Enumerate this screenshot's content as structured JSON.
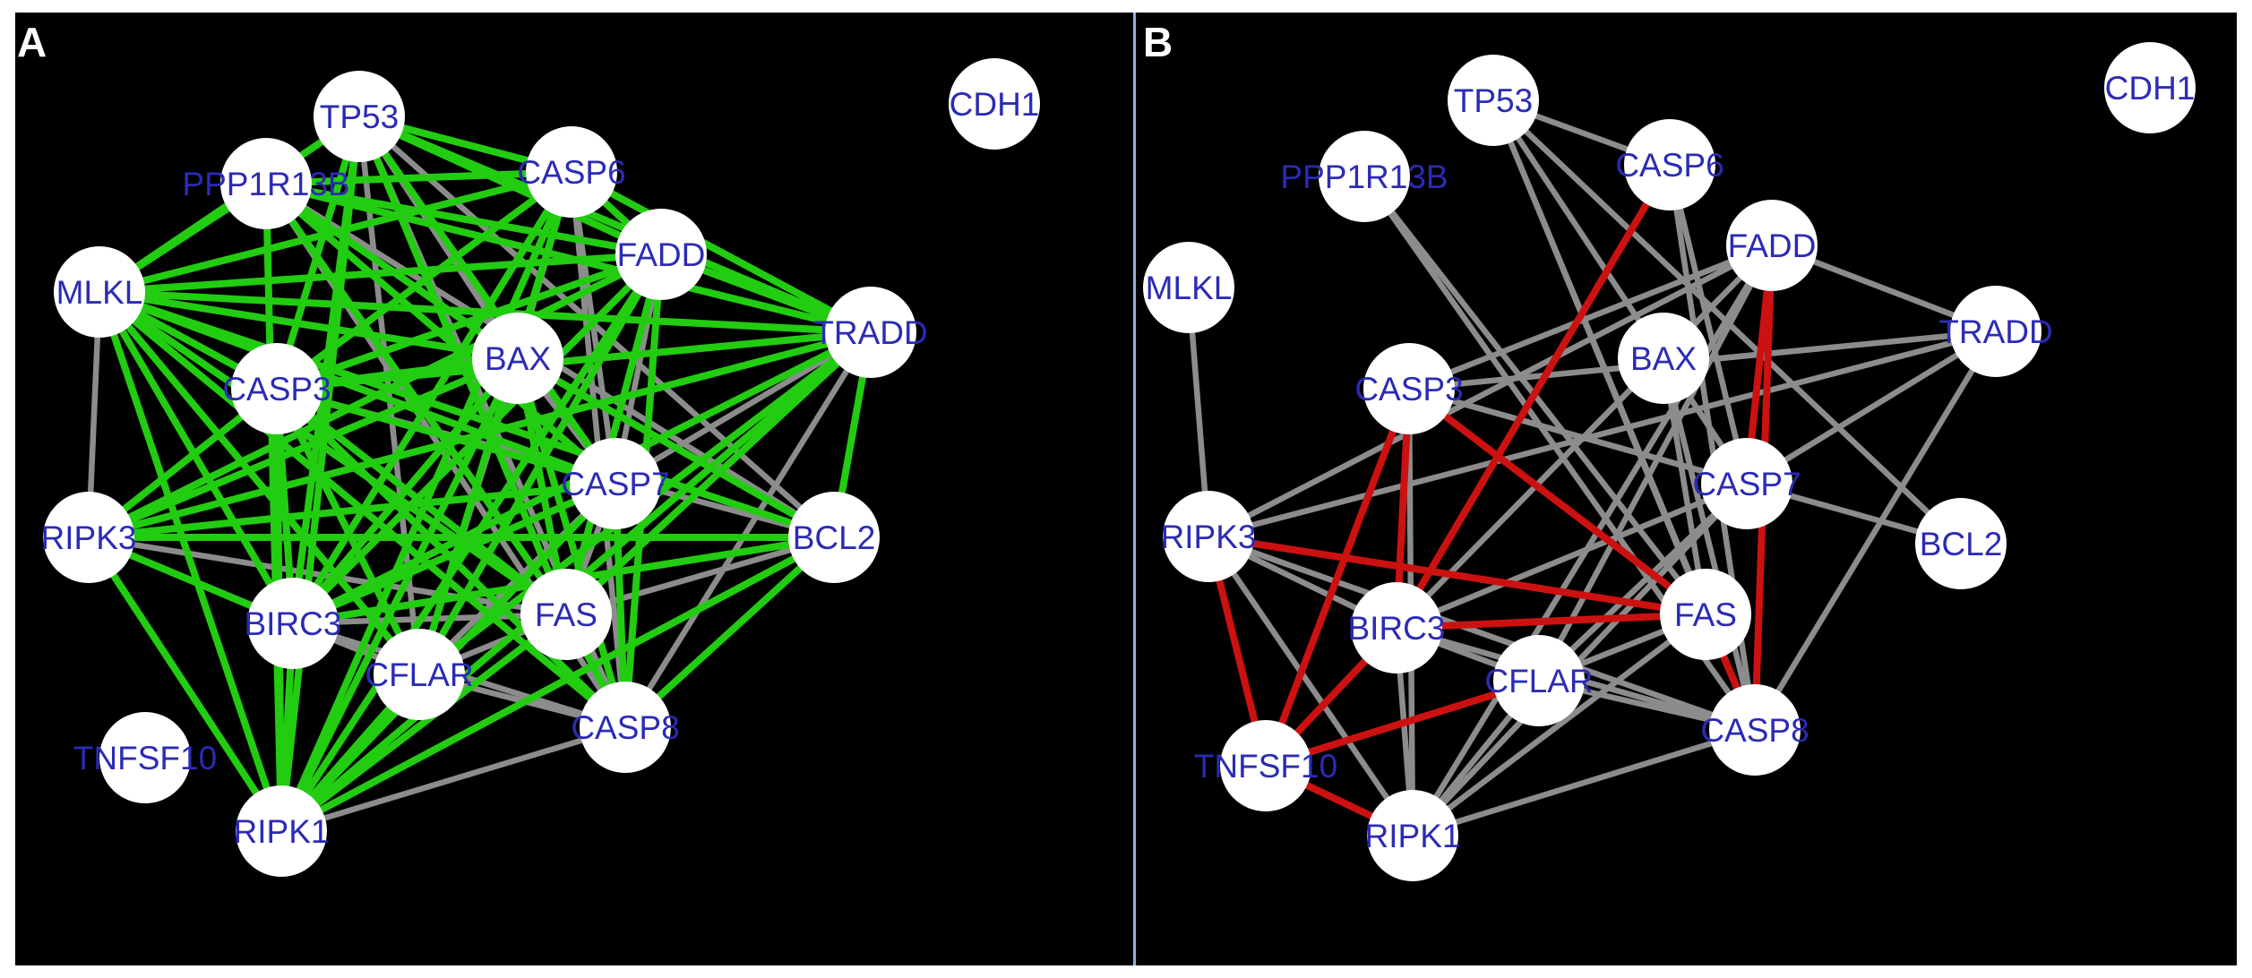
{
  "colors": {
    "background": "#000000",
    "node_fill": "#ffffff",
    "label": "#2b2bb5",
    "edge_default": "#8c8c8c",
    "highlight_a": "#22cc11",
    "highlight_b": "#cc1111",
    "divider": "#8fb3d9"
  },
  "panels": [
    {
      "letter": "A",
      "highlight_color": "#22cc11",
      "nodes": [
        {
          "id": "TP53",
          "label": "TP53"
        },
        {
          "id": "CDH1",
          "label": "CDH1"
        },
        {
          "id": "PPP1R13B",
          "label": "PPP1R13B"
        },
        {
          "id": "CASP6",
          "label": "CASP6"
        },
        {
          "id": "MLKL",
          "label": "MLKL"
        },
        {
          "id": "FADD",
          "label": "FADD"
        },
        {
          "id": "TRADD",
          "label": "TRADD"
        },
        {
          "id": "BAX",
          "label": "BAX"
        },
        {
          "id": "CASP3",
          "label": "CASP3"
        },
        {
          "id": "CASP7",
          "label": "CASP7"
        },
        {
          "id": "RIPK3",
          "label": "RIPK3"
        },
        {
          "id": "BCL2",
          "label": "BCL2"
        },
        {
          "id": "BIRC3",
          "label": "BIRC3"
        },
        {
          "id": "FAS",
          "label": "FAS"
        },
        {
          "id": "CFLAR",
          "label": "CFLAR"
        },
        {
          "id": "CASP8",
          "label": "CASP8"
        },
        {
          "id": "TNFSF10",
          "label": "TNFSF10"
        },
        {
          "id": "RIPK1",
          "label": "RIPK1"
        }
      ],
      "edges": [
        [
          "TP53",
          "CASP6",
          "h"
        ],
        [
          "TP53",
          "FADD",
          "h"
        ],
        [
          "TP53",
          "TRADD",
          "h"
        ],
        [
          "TP53",
          "CASP3",
          "h"
        ],
        [
          "TP53",
          "CASP7",
          "h"
        ],
        [
          "TP53",
          "BIRC3",
          "h"
        ],
        [
          "TP53",
          "FAS",
          "h"
        ],
        [
          "TP53",
          "RIPK1",
          "h"
        ],
        [
          "TP53",
          "BAX",
          "g"
        ],
        [
          "TP53",
          "CASP8",
          "g"
        ],
        [
          "TP53",
          "CFLAR",
          "g"
        ],
        [
          "TP53",
          "BCL2",
          "g"
        ],
        [
          "PPP1R13B",
          "CASP6",
          "h"
        ],
        [
          "PPP1R13B",
          "FADD",
          "h"
        ],
        [
          "PPP1R13B",
          "TRADD",
          "h"
        ],
        [
          "PPP1R13B",
          "CASP7",
          "h"
        ],
        [
          "PPP1R13B",
          "FAS",
          "h"
        ],
        [
          "PPP1R13B",
          "RIPK1",
          "h"
        ],
        [
          "PPP1R13B",
          "BAX",
          "h"
        ],
        [
          "PPP1R13B",
          "BCL2",
          "g"
        ],
        [
          "PPP1R13B",
          "CASP8",
          "g"
        ],
        [
          "MLKL",
          "TP53",
          "h"
        ],
        [
          "MLKL",
          "PPP1R13B",
          "h"
        ],
        [
          "MLKL",
          "CASP6",
          "h"
        ],
        [
          "MLKL",
          "FADD",
          "h"
        ],
        [
          "MLKL",
          "TRADD",
          "h"
        ],
        [
          "MLKL",
          "CASP3",
          "h"
        ],
        [
          "MLKL",
          "BAX",
          "h"
        ],
        [
          "MLKL",
          "CASP7",
          "h"
        ],
        [
          "MLKL",
          "BIRC3",
          "h"
        ],
        [
          "MLKL",
          "CFLAR",
          "h"
        ],
        [
          "MLKL",
          "FAS",
          "h"
        ],
        [
          "MLKL",
          "RIPK1",
          "h"
        ],
        [
          "MLKL",
          "CASP8",
          "h"
        ],
        [
          "MLKL",
          "RIPK3",
          "g"
        ],
        [
          "MLKL",
          "BCL2",
          "h"
        ],
        [
          "CASP6",
          "FADD",
          "h"
        ],
        [
          "CASP6",
          "TRADD",
          "h"
        ],
        [
          "CASP6",
          "CASP3",
          "h"
        ],
        [
          "CASP6",
          "BIRC3",
          "h"
        ],
        [
          "CASP6",
          "CFLAR",
          "h"
        ],
        [
          "CASP6",
          "RIPK1",
          "h"
        ],
        [
          "CASP6",
          "CASP7",
          "g"
        ],
        [
          "CASP6",
          "CASP8",
          "g"
        ],
        [
          "CASP6",
          "BAX",
          "g"
        ],
        [
          "FADD",
          "TRADD",
          "h"
        ],
        [
          "FADD",
          "CASP3",
          "h"
        ],
        [
          "FADD",
          "RIPK3",
          "h"
        ],
        [
          "FADD",
          "BIRC3",
          "h"
        ],
        [
          "FADD",
          "CFLAR",
          "h"
        ],
        [
          "FADD",
          "FAS",
          "h"
        ],
        [
          "FADD",
          "CASP8",
          "h"
        ],
        [
          "FADD",
          "RIPK1",
          "h"
        ],
        [
          "FADD",
          "CASP7",
          "g"
        ],
        [
          "TRADD",
          "CASP3",
          "h"
        ],
        [
          "TRADD",
          "RIPK3",
          "h"
        ],
        [
          "TRADD",
          "BIRC3",
          "h"
        ],
        [
          "TRADD",
          "CFLAR",
          "h"
        ],
        [
          "TRADD",
          "RIPK1",
          "h"
        ],
        [
          "TRADD",
          "BCL2",
          "h"
        ],
        [
          "TRADD",
          "FAS",
          "h"
        ],
        [
          "TRADD",
          "CASP8",
          "g"
        ],
        [
          "TRADD",
          "CASP7",
          "g"
        ],
        [
          "BAX",
          "CASP3",
          "h"
        ],
        [
          "BAX",
          "RIPK3",
          "h"
        ],
        [
          "BAX",
          "RIPK1",
          "h"
        ],
        [
          "BAX",
          "BIRC3",
          "h"
        ],
        [
          "BAX",
          "FAS",
          "h"
        ],
        [
          "BAX",
          "CASP8",
          "h"
        ],
        [
          "BAX",
          "BCL2",
          "h"
        ],
        [
          "BAX",
          "CFLAR",
          "g"
        ],
        [
          "BAX",
          "CASP7",
          "g"
        ],
        [
          "CASP3",
          "RIPK3",
          "h"
        ],
        [
          "CASP3",
          "BIRC3",
          "h"
        ],
        [
          "CASP3",
          "CASP7",
          "h"
        ],
        [
          "CASP3",
          "RIPK1",
          "h"
        ],
        [
          "CASP3",
          "CFLAR",
          "h"
        ],
        [
          "CASP3",
          "FAS",
          "h"
        ],
        [
          "CASP3",
          "CASP8",
          "h"
        ],
        [
          "CASP3",
          "BCL2",
          "g"
        ],
        [
          "CASP7",
          "RIPK3",
          "h"
        ],
        [
          "CASP7",
          "RIPK1",
          "h"
        ],
        [
          "CASP7",
          "BIRC3",
          "h"
        ],
        [
          "CASP7",
          "CASP8",
          "h"
        ],
        [
          "CASP7",
          "CFLAR",
          "g"
        ],
        [
          "CASP7",
          "FAS",
          "g"
        ],
        [
          "RIPK3",
          "BIRC3",
          "h"
        ],
        [
          "RIPK3",
          "RIPK1",
          "h"
        ],
        [
          "RIPK3",
          "BCL2",
          "h"
        ],
        [
          "RIPK3",
          "CFLAR",
          "g"
        ],
        [
          "RIPK3",
          "FAS",
          "g"
        ],
        [
          "BCL2",
          "BIRC3",
          "h"
        ],
        [
          "BCL2",
          "CASP8",
          "h"
        ],
        [
          "BCL2",
          "RIPK1",
          "h"
        ],
        [
          "BCL2",
          "FAS",
          "g"
        ],
        [
          "BIRC3",
          "RIPK1",
          "h"
        ],
        [
          "BIRC3",
          "CASP8",
          "g"
        ],
        [
          "BIRC3",
          "FAS",
          "g"
        ],
        [
          "BIRC3",
          "CFLAR",
          "g"
        ],
        [
          "FAS",
          "RIPK1",
          "h"
        ],
        [
          "FAS",
          "CASP8",
          "h"
        ],
        [
          "FAS",
          "CFLAR",
          "g"
        ],
        [
          "CFLAR",
          "RIPK1",
          "h"
        ],
        [
          "CFLAR",
          "CASP8",
          "g"
        ],
        [
          "CASP8",
          "RIPK1",
          "g"
        ]
      ]
    },
    {
      "letter": "B",
      "highlight_color": "#cc1111",
      "nodes": [
        {
          "id": "TP53",
          "label": "TP53"
        },
        {
          "id": "CDH1",
          "label": "CDH1"
        },
        {
          "id": "PPP1R13B",
          "label": "PPP1R13B"
        },
        {
          "id": "CASP6",
          "label": "CASP6"
        },
        {
          "id": "MLKL",
          "label": "MLKL"
        },
        {
          "id": "FADD",
          "label": "FADD"
        },
        {
          "id": "TRADD",
          "label": "TRADD"
        },
        {
          "id": "BAX",
          "label": "BAX"
        },
        {
          "id": "CASP3",
          "label": "CASP3"
        },
        {
          "id": "CASP7",
          "label": "CASP7"
        },
        {
          "id": "RIPK3",
          "label": "RIPK3"
        },
        {
          "id": "BCL2",
          "label": "BCL2"
        },
        {
          "id": "BIRC3",
          "label": "BIRC3"
        },
        {
          "id": "FAS",
          "label": "FAS"
        },
        {
          "id": "CFLAR",
          "label": "CFLAR"
        },
        {
          "id": "CASP8",
          "label": "CASP8"
        },
        {
          "id": "TNFSF10",
          "label": "TNFSF10"
        },
        {
          "id": "RIPK1",
          "label": "RIPK1"
        }
      ],
      "edges": [
        [
          "TP53",
          "CASP6",
          "g"
        ],
        [
          "TP53",
          "FAS",
          "g"
        ],
        [
          "TP53",
          "CASP8",
          "g"
        ],
        [
          "TP53",
          "CASP7",
          "g"
        ],
        [
          "TP53",
          "BCL2",
          "g"
        ],
        [
          "PPP1R13B",
          "FAS",
          "g"
        ],
        [
          "PPP1R13B",
          "CASP8",
          "g"
        ],
        [
          "MLKL",
          "RIPK3",
          "g"
        ],
        [
          "CASP6",
          "BIRC3",
          "h"
        ],
        [
          "CASP6",
          "CASP7",
          "g"
        ],
        [
          "CASP6",
          "CASP8",
          "g"
        ],
        [
          "FADD",
          "TRADD",
          "g"
        ],
        [
          "FADD",
          "CASP3",
          "g"
        ],
        [
          "FADD",
          "RIPK3",
          "g"
        ],
        [
          "FADD",
          "BIRC3",
          "g"
        ],
        [
          "FADD",
          "CFLAR",
          "g"
        ],
        [
          "FADD",
          "CASP7",
          "h"
        ],
        [
          "FADD",
          "CASP8",
          "h"
        ],
        [
          "FADD",
          "RIPK1",
          "g"
        ],
        [
          "TRADD",
          "CASP3",
          "g"
        ],
        [
          "TRADD",
          "RIPK3",
          "g"
        ],
        [
          "TRADD",
          "CASP8",
          "g"
        ],
        [
          "TRADD",
          "CASP7",
          "g"
        ],
        [
          "BAX",
          "FAS",
          "g"
        ],
        [
          "BAX",
          "CASP8",
          "g"
        ],
        [
          "CASP3",
          "BIRC3",
          "h"
        ],
        [
          "CASP3",
          "TNFSF10",
          "h"
        ],
        [
          "CASP3",
          "FAS",
          "h"
        ],
        [
          "CASP3",
          "CASP7",
          "g"
        ],
        [
          "CASP3",
          "BCL2",
          "g"
        ],
        [
          "CASP3",
          "RIPK1",
          "g"
        ],
        [
          "CASP7",
          "RIPK1",
          "g"
        ],
        [
          "CASP7",
          "BIRC3",
          "g"
        ],
        [
          "CASP7",
          "CFLAR",
          "g"
        ],
        [
          "RIPK3",
          "TNFSF10",
          "h"
        ],
        [
          "RIPK3",
          "FAS",
          "h"
        ],
        [
          "RIPK3",
          "BIRC3",
          "g"
        ],
        [
          "RIPK3",
          "RIPK1",
          "g"
        ],
        [
          "RIPK3",
          "CASP8",
          "g"
        ],
        [
          "BIRC3",
          "FAS",
          "h"
        ],
        [
          "BIRC3",
          "RIPK1",
          "g"
        ],
        [
          "BIRC3",
          "CASP8",
          "g"
        ],
        [
          "BIRC3",
          "CFLAR",
          "g"
        ],
        [
          "FAS",
          "CASP8",
          "h"
        ],
        [
          "FAS",
          "RIPK1",
          "g"
        ],
        [
          "FAS",
          "CFLAR",
          "g"
        ],
        [
          "CFLAR",
          "TNFSF10",
          "h"
        ],
        [
          "CFLAR",
          "RIPK1",
          "g"
        ],
        [
          "CFLAR",
          "CASP8",
          "g"
        ],
        [
          "TNFSF10",
          "RIPK1",
          "h"
        ],
        [
          "TNFSF10",
          "BIRC3",
          "h"
        ],
        [
          "CASP8",
          "RIPK1",
          "g"
        ]
      ]
    }
  ]
}
